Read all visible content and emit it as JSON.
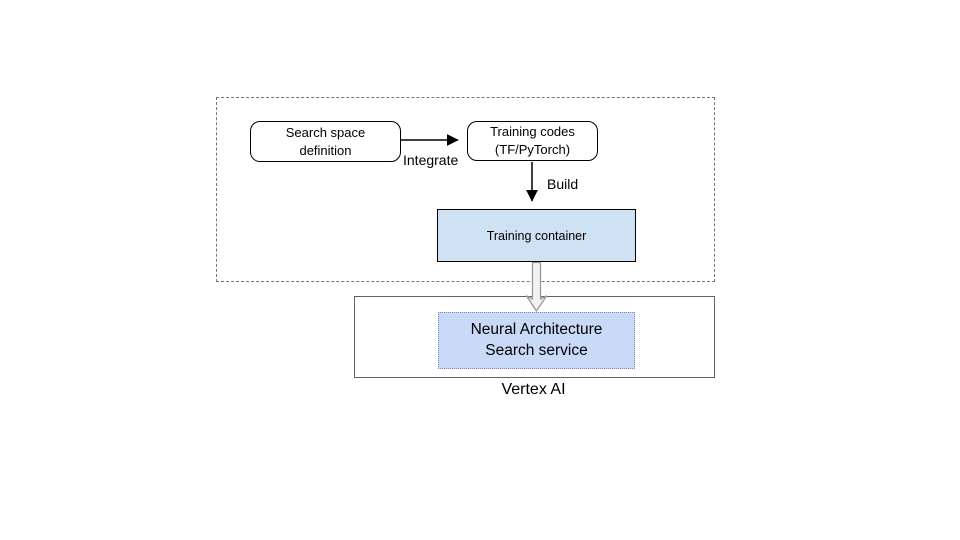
{
  "diagram": {
    "pipeline": {
      "search_space_box_label": "Search space\ndefinition",
      "training_codes_box_label": "Training codes\n(TF/PyTorch)",
      "integrate_edge_label": "Integrate",
      "build_edge_label": "Build",
      "training_container_box_label": "Training container"
    },
    "vertex": {
      "nas_service_box_label": "Neural Architecture\nSearch service",
      "container_label": "Vertex AI"
    },
    "colors": {
      "training_container_fill": "#cfe2f3",
      "nas_service_fill": "#c9daf8",
      "nas_service_dotted_border": "#7d8bb5",
      "dashed_container_border": "#757575",
      "vertex_container_border": "#5f6368",
      "thin_arrow": "#000000",
      "thick_arrow_outline": "#999999"
    }
  }
}
